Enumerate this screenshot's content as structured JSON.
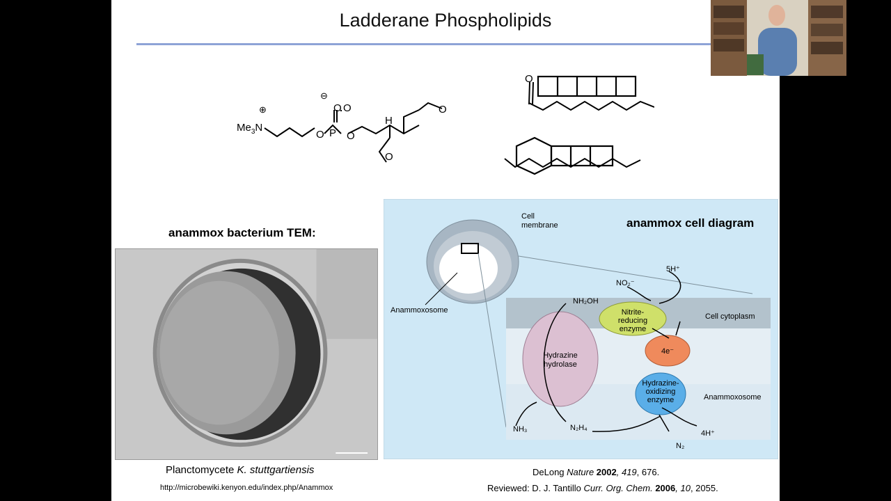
{
  "slide": {
    "title": "Ladderane Phospholipids"
  },
  "structure": {
    "labels": {
      "plus": "⊕",
      "trimethylammonium": "Me",
      "me_sub": "3",
      "nitrogen": "N",
      "minus": "⊖",
      "o": "O",
      "p": "P",
      "h": "H"
    }
  },
  "tem": {
    "heading": "anammox bacterium TEM:",
    "caption_prefix": "Planctomycete ",
    "caption_italic": "K. stuttgartiensis",
    "url": "http://microbewiki.kenyon.edu/index.php/Anammox"
  },
  "diagram": {
    "title": "anammox cell diagram",
    "cell_membrane": [
      "Cell",
      "membrane"
    ],
    "anammoxosome_label": "Anammoxosome",
    "cell_cytoplasm": "Cell cytoplasm",
    "anammoxosome_right": "Anammoxosome",
    "hydrazine_hydrolase": [
      "Hydrazine",
      "hydrolase"
    ],
    "nitrite_reducing": [
      "Nitrite-",
      "reducing",
      "enzyme"
    ],
    "electrons": "4e⁻",
    "hydrazine_oxidizing": [
      "Hydrazine-",
      "oxidizing",
      "enzyme"
    ],
    "nh2oh": "NH₂OH",
    "no2": "NO₂⁻",
    "five_h": "5H⁺",
    "nh3": "NH₃",
    "n2h4": "N₂H₄",
    "n2": "N₂",
    "four_h": "4H⁺",
    "colors": {
      "background": "#cfe8f6",
      "membrane": "#b3c2cc",
      "hydrolase": "#dcc0d2",
      "nitrite": "#cfe06a",
      "electrons": "#ef8a5c",
      "oxidizing": "#5aaee8"
    }
  },
  "references": {
    "ref1_a": "DeLong ",
    "ref1_journal": "Nature",
    "ref1_year": " 2002",
    "ref1_vol": ", 419",
    "ref1_pages": ", 676.",
    "ref2_a": "Reviewed: D. J. Tantillo ",
    "ref2_journal": "Curr. Org. Chem.",
    "ref2_year": " 2006",
    "ref2_vol": ", 10",
    "ref2_pages": ", 2055."
  }
}
